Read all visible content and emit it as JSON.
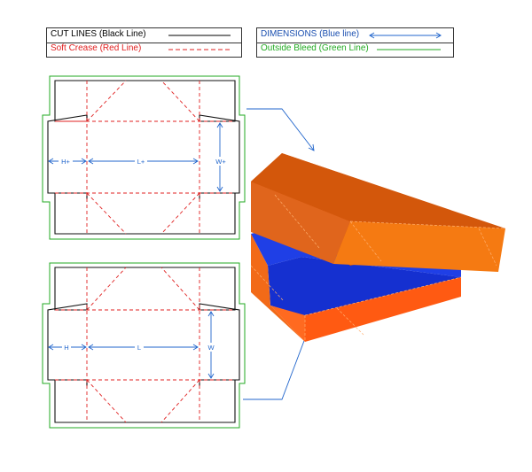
{
  "legend": {
    "cut_lines": {
      "label": "CUT LINES (Black Line)",
      "color": "#000000"
    },
    "soft_crease": {
      "label": "Soft Crease (Red Line)",
      "color": "#e02020"
    },
    "dimensions": {
      "label": "DIMENSIONS (Blue line)",
      "color": "#2266cc"
    },
    "outside_bleed": {
      "label": "Outside Bleed (Green Line)",
      "color": "#22aa22"
    }
  },
  "top_dieline": {
    "labels": {
      "height": "H+",
      "length": "L+",
      "width": "W+"
    }
  },
  "bottom_dieline": {
    "labels": {
      "height": "H",
      "length": "L",
      "width": "W"
    }
  },
  "box_render": {
    "lid_colors": {
      "top": "#d4590a",
      "front": "#f07a10",
      "side": "#e0661a"
    },
    "base_colors": {
      "interior": "#1a3fe0",
      "front": "#ff5a10",
      "side": "#f06a1a"
    }
  }
}
